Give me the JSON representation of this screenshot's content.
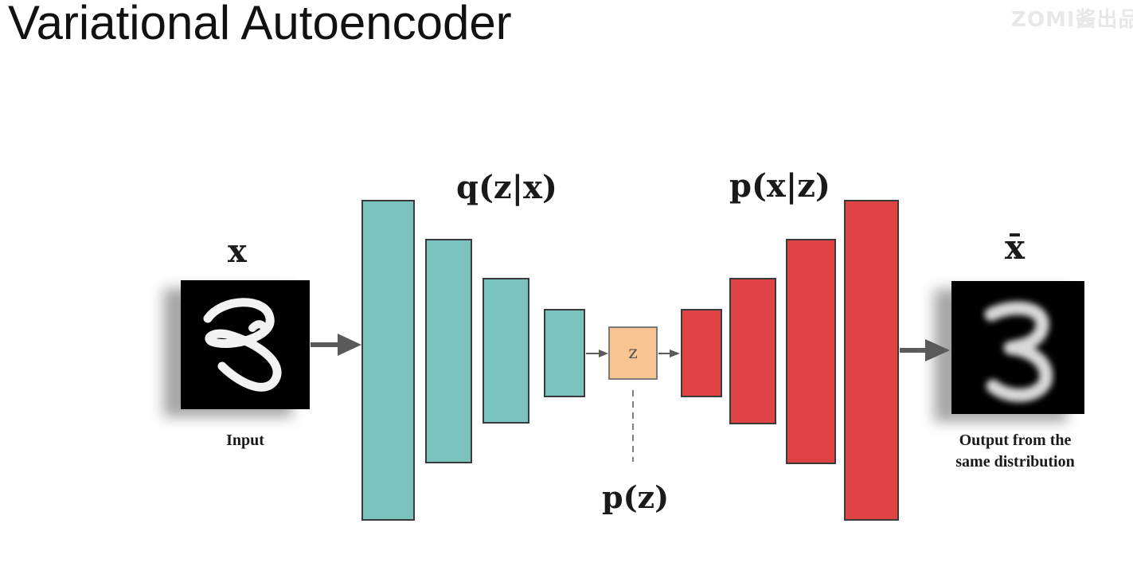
{
  "title": "Variational Autoencoder",
  "watermark": "ZOMI酱出品",
  "diagram": {
    "input_symbol": "x",
    "input_caption": "Input",
    "output_symbol": "x̄",
    "output_caption_line1": "Output from the",
    "output_caption_line2": "same distribution",
    "encoder_label": "q(z|x)",
    "decoder_label": "p(x|z)",
    "latent_label": "z",
    "prior_label": "p(z)",
    "input_digit": "3",
    "output_digit": "3",
    "colors": {
      "encoder": "#7ac3be",
      "decoder": "#e04343",
      "latent": "#f8c592",
      "arrow": "#5a5a5a"
    }
  }
}
